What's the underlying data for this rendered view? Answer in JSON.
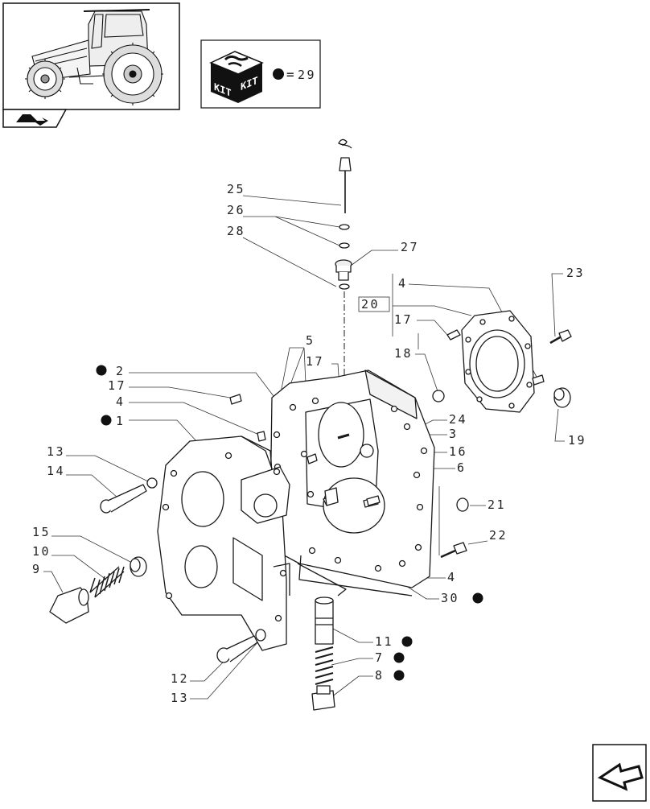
{
  "kit_box": {
    "kit_label_left": "KIT",
    "kit_label_right": "KIT",
    "legend_equals": "=",
    "legend_value": "29"
  },
  "callouts": [
    {
      "key": "c25",
      "text": "25",
      "kit": false
    },
    {
      "key": "c26",
      "text": "26",
      "kit": false
    },
    {
      "key": "c28",
      "text": "28",
      "kit": false
    },
    {
      "key": "c27",
      "text": "27",
      "kit": false
    },
    {
      "key": "c4a",
      "text": "4",
      "kit": false
    },
    {
      "key": "c20",
      "text": "20",
      "kit": false
    },
    {
      "key": "c17a",
      "text": "17",
      "kit": false
    },
    {
      "key": "c23",
      "text": "23",
      "kit": false
    },
    {
      "key": "c18",
      "text": "18",
      "kit": false
    },
    {
      "key": "c19",
      "text": "19",
      "kit": false
    },
    {
      "key": "c5",
      "text": "5",
      "kit": false
    },
    {
      "key": "c17b",
      "text": "17",
      "kit": false
    },
    {
      "key": "c2",
      "text": "2",
      "kit": true
    },
    {
      "key": "c17c",
      "text": "17",
      "kit": false
    },
    {
      "key": "c4b",
      "text": "4",
      "kit": false
    },
    {
      "key": "c1",
      "text": "1",
      "kit": true
    },
    {
      "key": "c24",
      "text": "24",
      "kit": false
    },
    {
      "key": "c3",
      "text": "3",
      "kit": false
    },
    {
      "key": "c16",
      "text": "16",
      "kit": false
    },
    {
      "key": "c6",
      "text": "6",
      "kit": false
    },
    {
      "key": "c13a",
      "text": "13",
      "kit": false
    },
    {
      "key": "c14",
      "text": "14",
      "kit": false
    },
    {
      "key": "c21",
      "text": "21",
      "kit": false
    },
    {
      "key": "c22",
      "text": "22",
      "kit": false
    },
    {
      "key": "c15",
      "text": "15",
      "kit": false
    },
    {
      "key": "c10",
      "text": "10",
      "kit": false
    },
    {
      "key": "c9",
      "text": "9",
      "kit": false
    },
    {
      "key": "c4c",
      "text": "4",
      "kit": false
    },
    {
      "key": "c30",
      "text": "30",
      "kit": true
    },
    {
      "key": "c11",
      "text": "11",
      "kit": true
    },
    {
      "key": "c7",
      "text": "7",
      "kit": true
    },
    {
      "key": "c8",
      "text": "8",
      "kit": true
    },
    {
      "key": "c12",
      "text": "12",
      "kit": false
    },
    {
      "key": "c13b",
      "text": "13",
      "kit": false
    }
  ],
  "icons": {
    "thumbnail": "tractor-thumbnail-icon",
    "section": "section-arrow-icon",
    "kit": "kit-box-icon",
    "kit_marker": "kit-dot-icon",
    "nav": "next-page-arrow-icon"
  },
  "colors": {
    "line": "#1a1a1a",
    "marker": "#111111",
    "background": "#ffffff"
  }
}
